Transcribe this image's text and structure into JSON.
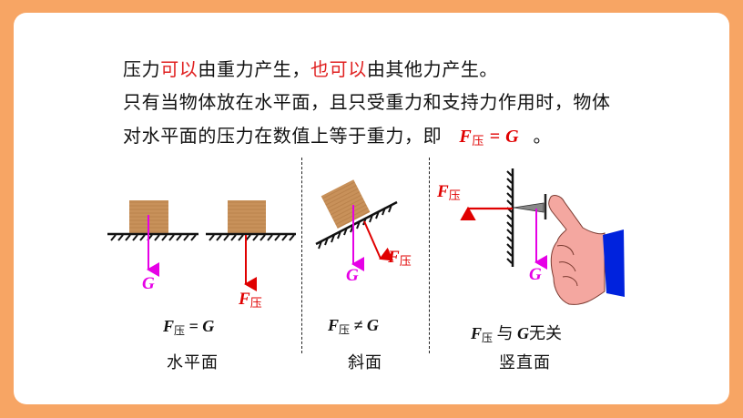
{
  "text": {
    "line1": {
      "part1": "压力",
      "part2_red": "可以",
      "part3": "由重力产生，",
      "part4_red": "也可以",
      "part5": "由其他力产生。"
    },
    "line2": "只有当物体放在水平面，且只受重力和支持力作用时，物体",
    "line3": {
      "prefix": "对水平面的压力在数值上等于重力，即",
      "formula_F": "F",
      "formula_sub": "压",
      "formula_rest": " = G",
      "suffix": "。"
    }
  },
  "diagrams": {
    "horizontal": {
      "g_label": "G",
      "f_label": "F",
      "f_sub": "压",
      "relation_F": "F",
      "relation_sub": "压",
      "relation_rest": " = G",
      "caption": "水平面"
    },
    "incline": {
      "g_label": "G",
      "f_label": "F",
      "f_sub": "压",
      "relation_F": "F",
      "relation_sub": "压",
      "relation_rest": " ≠ G",
      "caption": "斜面"
    },
    "vertical": {
      "g_label": "G",
      "f_label": "F",
      "f_sub": "压",
      "relation_F": "F",
      "relation_sub": "压",
      "relation_mid": " 与 ",
      "relation_G": "G",
      "relation_end": "无关",
      "caption": "竖直面"
    }
  },
  "colors": {
    "background": "#f7a564",
    "card": "#ffffff",
    "highlight_red": "#e02020",
    "gravity_magenta": "#e600e6",
    "pressure_red": "#e00000",
    "block_wood": "#c8915a",
    "sleeve_blue": "#0022dd",
    "hand_pink": "#f4a7a0"
  }
}
